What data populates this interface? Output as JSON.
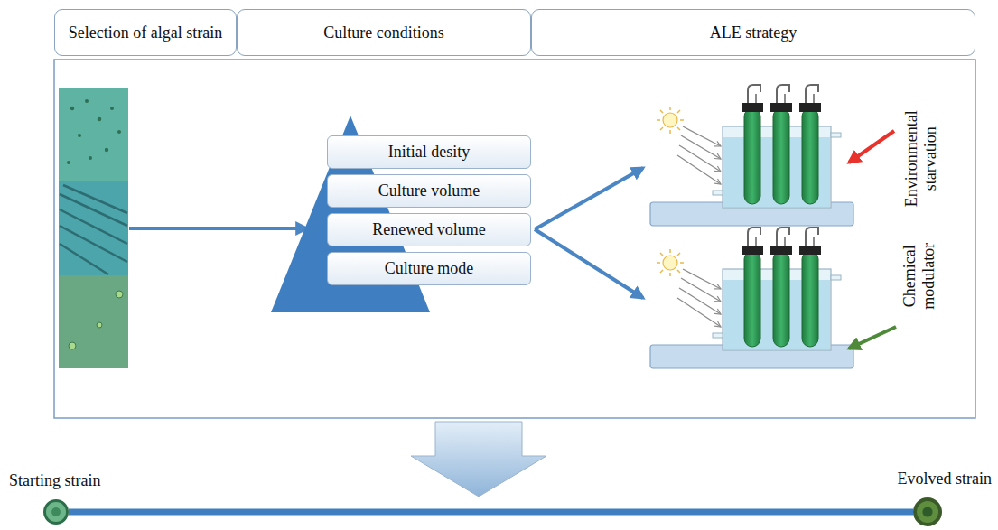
{
  "diagram": {
    "nodes": [
      {
        "text": [
          "Selection of algal strain"
        ]
      },
      {
        "text": [
          "Culture conditions"
        ]
      },
      {
        "text": [
          "ALE strategy"
        ]
      },
      {
        "text": [
          "Initial desity"
        ]
      },
      {
        "text": [
          "Culture volume"
        ]
      },
      {
        "text": [
          "Renewed volume"
        ]
      },
      {
        "text": [
          "Culture mode"
        ]
      },
      {
        "text": [
          "Starting strain"
        ]
      },
      {
        "text": [
          "Evolved strain"
        ]
      }
    ],
    "edges": [
      {
        "from": 7,
        "to": 8,
        "arrow": "none"
      }
    ],
    "labels": [
      "Environmental starvation",
      "Chemical modulator"
    ]
  }
}
